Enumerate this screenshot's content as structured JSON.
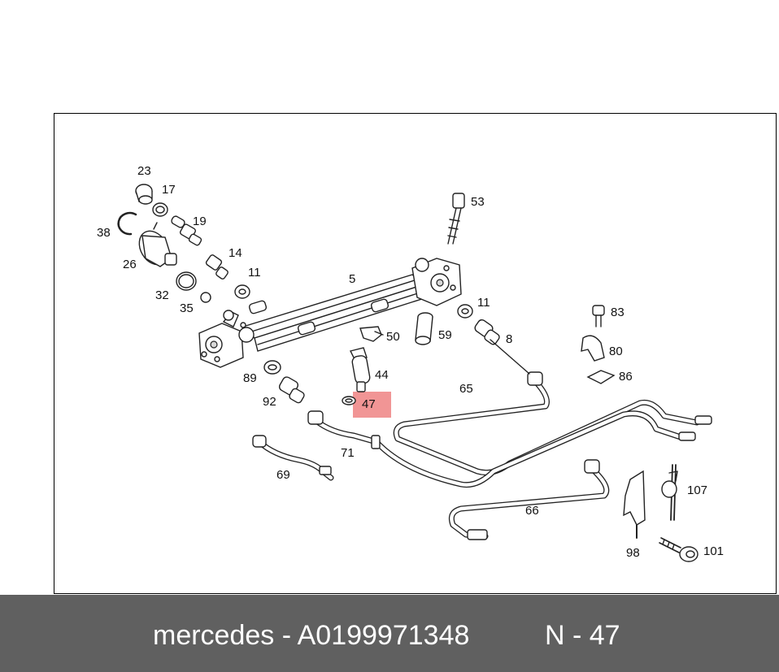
{
  "diagram": {
    "labels": [
      {
        "id": "23",
        "text": "23"
      },
      {
        "id": "17",
        "text": "17"
      },
      {
        "id": "19",
        "text": "19"
      },
      {
        "id": "38",
        "text": "38"
      },
      {
        "id": "26",
        "text": "26"
      },
      {
        "id": "14",
        "text": "14"
      },
      {
        "id": "11a",
        "text": "11"
      },
      {
        "id": "32",
        "text": "32"
      },
      {
        "id": "35",
        "text": "35"
      },
      {
        "id": "5",
        "text": "5"
      },
      {
        "id": "53",
        "text": "53"
      },
      {
        "id": "11b",
        "text": "11"
      },
      {
        "id": "8",
        "text": "8"
      },
      {
        "id": "50",
        "text": "50"
      },
      {
        "id": "59",
        "text": "59"
      },
      {
        "id": "83",
        "text": "83"
      },
      {
        "id": "80",
        "text": "80"
      },
      {
        "id": "86",
        "text": "86"
      },
      {
        "id": "44",
        "text": "44"
      },
      {
        "id": "89",
        "text": "89"
      },
      {
        "id": "65",
        "text": "65"
      },
      {
        "id": "92",
        "text": "92"
      },
      {
        "id": "47",
        "text": "47"
      },
      {
        "id": "71",
        "text": "71"
      },
      {
        "id": "69",
        "text": "69"
      },
      {
        "id": "107",
        "text": "107"
      },
      {
        "id": "66",
        "text": "66"
      },
      {
        "id": "98",
        "text": "98"
      },
      {
        "id": "101",
        "text": "101"
      }
    ],
    "highlighted_part": "47",
    "highlight_color": "#f08a8a"
  },
  "caption": {
    "brand_part": "mercedes - A0199971348",
    "position_ref": "N - 47",
    "bar_color": "#606060"
  }
}
